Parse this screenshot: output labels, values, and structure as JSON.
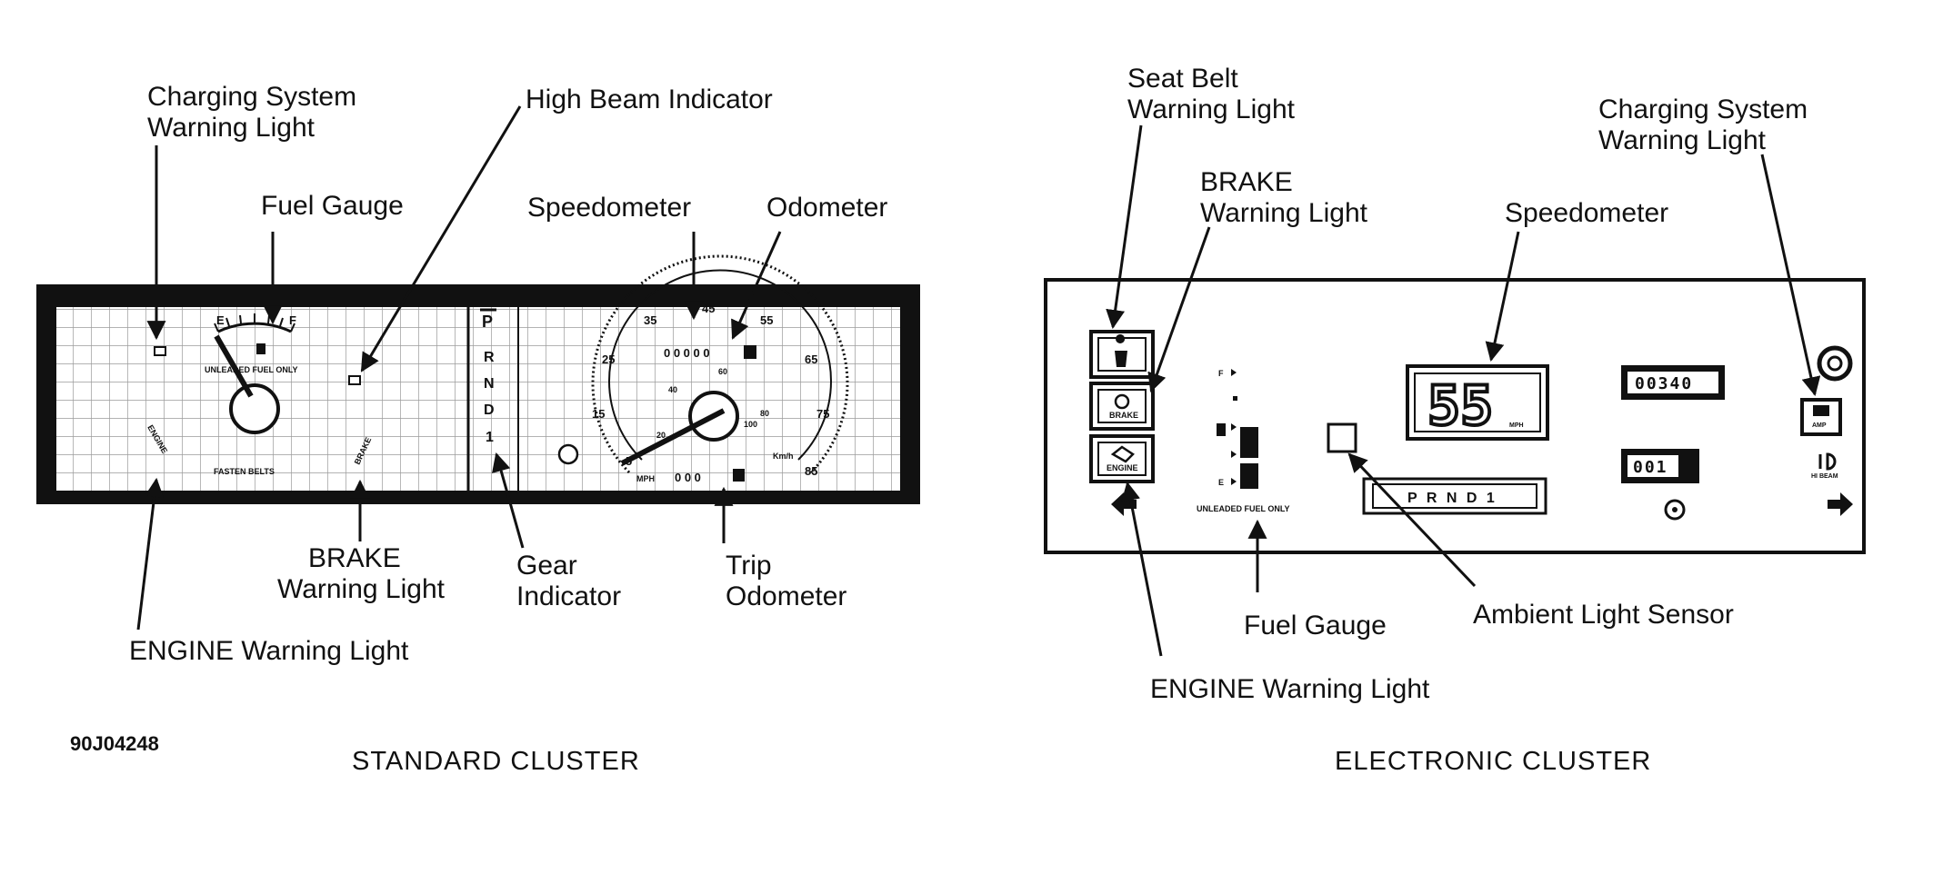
{
  "figure_code": "90J04248",
  "standard_cluster": {
    "caption": "STANDARD CLUSTER",
    "labels": {
      "charging_line1": "Charging System",
      "charging_line2": "Warning Light",
      "high_beam": "High Beam Indicator",
      "fuel_gauge": "Fuel Gauge",
      "speedometer": "Speedometer",
      "odometer": "Odometer",
      "brake_line1": "BRAKE",
      "brake_line2": "Warning Light",
      "gear_line1": "Gear",
      "gear_line2": "Indicator",
      "trip_line1": "Trip",
      "trip_line2": "Odometer",
      "engine": "ENGINE Warning Light"
    },
    "panel_text": {
      "fuel_e": "E",
      "fuel_f": "F",
      "unleaded": "UNLEADED FUEL ONLY",
      "engine": "ENGINE",
      "brake": "BRAKE",
      "fasten_belts": "FASTEN BELTS",
      "gear_letters": [
        "P",
        "R",
        "N",
        "D",
        "1"
      ],
      "mph": "MPH",
      "kmh": "Km/h",
      "speed_ticks": [
        "5",
        "15",
        "25",
        "35",
        "45",
        "55",
        "65",
        "75",
        "85"
      ],
      "kmh_ticks": [
        "20",
        "40",
        "60",
        "80",
        "100"
      ],
      "odometer_digits": "0 0 0 0 0",
      "trip_digits": "0 0 0"
    }
  },
  "electronic_cluster": {
    "caption": "ELECTRONIC CLUSTER",
    "labels": {
      "seat_belt_line1": "Seat Belt",
      "seat_belt_line2": "Warning Light",
      "brake_line1": "BRAKE",
      "brake_line2": "Warning Light",
      "speedometer": "Speedometer",
      "charging_line1": "Charging System",
      "charging_line2": "Warning Light",
      "fuel_gauge": "Fuel Gauge",
      "ambient": "Ambient Light Sensor",
      "engine": "ENGINE Warning Light"
    },
    "panel_text": {
      "speed_value": "55",
      "speed_unit": "MPH",
      "odometer": "00340",
      "trip": "001",
      "gear": "P R N D 1",
      "unleaded": "UNLEADED FUEL ONLY",
      "fuel_f": "F",
      "fuel_e": "E",
      "brake": "BRAKE",
      "engine": "ENGINE",
      "amp": "AMP",
      "hi_beam": "HI BEAM"
    }
  }
}
